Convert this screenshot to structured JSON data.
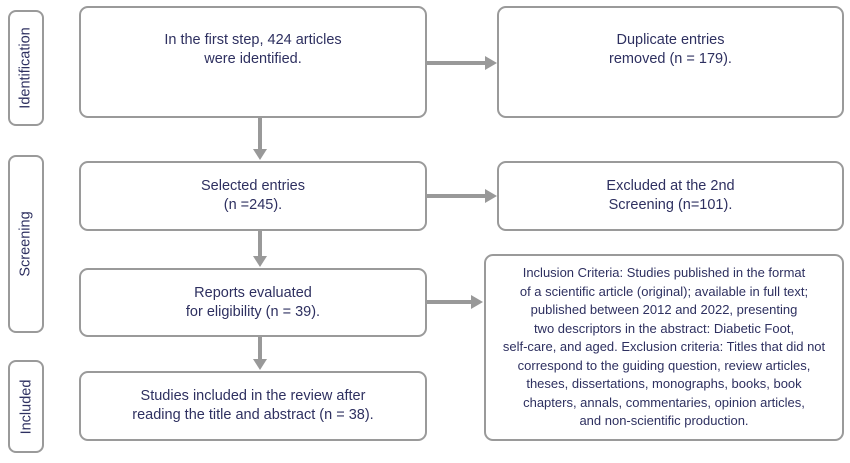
{
  "stages": [
    {
      "id": "identification",
      "label": "Identification"
    },
    {
      "id": "screening",
      "label": "Screening"
    },
    {
      "id": "included",
      "label": "Included"
    }
  ],
  "main_flow": [
    {
      "id": "identified",
      "text": "In the first step, 424 articles\nwere identified.",
      "n": 424
    },
    {
      "id": "selected",
      "text": "Selected entries\n(n =245).",
      "n": 245
    },
    {
      "id": "evaluated",
      "text": "Reports evaluated\nfor eligibility (n = 39).",
      "n": 39
    },
    {
      "id": "included",
      "text": "Studies included in the review after\nreading the title and abstract (n = 38).",
      "n": 38
    }
  ],
  "side_boxes": [
    {
      "id": "duplicates",
      "text": "Duplicate entries\nremoved (n = 179).",
      "n": 179
    },
    {
      "id": "excluded",
      "text": "Excluded at the 2nd\nScreening (n=101).",
      "n": 101
    },
    {
      "id": "criteria",
      "text": "Inclusion Criteria: Studies published in the format\nof a scientific article (original); available in full text;\npublished between 2012 and 2022, presenting\ntwo descriptors in the abstract: Diabetic Foot,\nself-care, and aged. Exclusion criteria: Titles that did not\ncorrespond to the guiding question, review articles,\ntheses, dissertations, monographs, books, book\nchapters, annals, commentaries, opinion articles,\nand non-scientific production."
    }
  ],
  "colors": {
    "border": "#9a9a9a",
    "arrow": "#999999",
    "text": "#2e3060"
  }
}
